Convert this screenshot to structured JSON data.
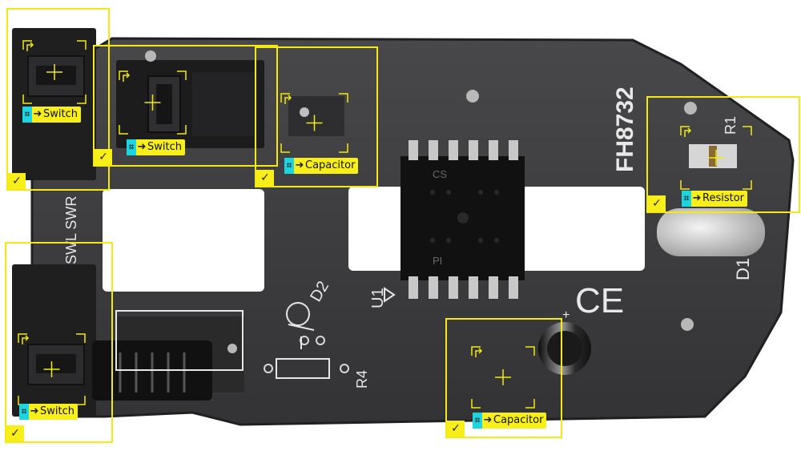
{
  "colors": {
    "board": "#3c3c3e",
    "board_edge": "#252527",
    "silkscreen": "#e8e8e8",
    "highlight": "#f2ea12",
    "label_bg": "#f7ee1a",
    "label_icon": "#1bd6e0"
  },
  "board_markings": {
    "part_number": "FH8732",
    "chip_top": "CS",
    "chip_bottom": "PI",
    "u1": "U1",
    "d1": "D1",
    "d2": "D2",
    "r1": "R1",
    "r4": "R4",
    "sw": "SWL SWR",
    "ce": "CE",
    "plus": "+"
  },
  "detections": [
    {
      "id": "switch-1",
      "label": "Switch",
      "check": "✓",
      "icon": "focus-crosshair-icon"
    },
    {
      "id": "switch-2",
      "label": "Switch",
      "check": "✓",
      "icon": "focus-crosshair-icon"
    },
    {
      "id": "capacitor-1",
      "label": "Capacitor",
      "check": "✓",
      "icon": "focus-crosshair-icon"
    },
    {
      "id": "resistor-1",
      "label": "Resistor",
      "check": "✓",
      "icon": "focus-crosshair-icon"
    },
    {
      "id": "switch-3",
      "label": "Switch",
      "check": "✓",
      "icon": "focus-crosshair-icon"
    },
    {
      "id": "capacitor-2",
      "label": "Capacitor",
      "check": "✓",
      "icon": "focus-crosshair-icon"
    }
  ],
  "label_glyphs": {
    "icon": "⌗",
    "arrow": "➜"
  }
}
